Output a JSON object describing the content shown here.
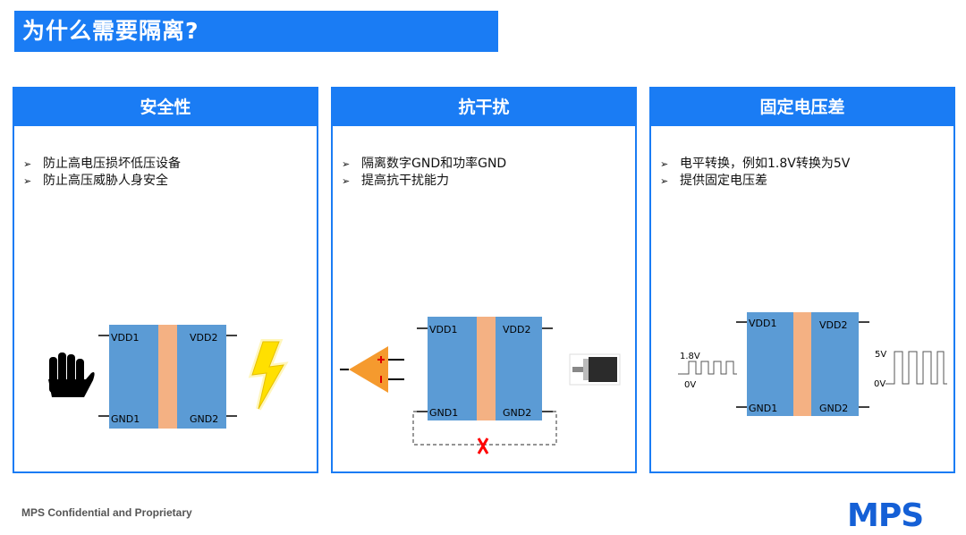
{
  "title": "为什么需要隔离?",
  "panels": [
    {
      "header": "安全性",
      "bullets": [
        "防止高电压损坏低压设备",
        "防止高压威胁人身安全"
      ],
      "pins": {
        "vdd1": "VDD1",
        "vdd2": "VDD2",
        "gnd1": "GND1",
        "gnd2": "GND2"
      }
    },
    {
      "header": "抗干扰",
      "bullets": [
        "隔离数字GND和功率GND",
        "提高抗干扰能力"
      ],
      "pins": {
        "vdd1": "VDD1",
        "vdd2": "VDD2",
        "gnd1": "GND1",
        "gnd2": "GND2"
      }
    },
    {
      "header": "固定电压差",
      "bullets": [
        "电平转换，例如1.8V转换为5V",
        "提供固定电压差"
      ],
      "pins": {
        "vdd1": "VDD1",
        "vdd2": "VDD2",
        "gnd1": "GND1",
        "gnd2": "GND2"
      },
      "signals": {
        "in_high": "1.8V",
        "in_low": "0V",
        "out_high": "5V",
        "out_low": "0V"
      }
    }
  ],
  "bullet_marker": "➢",
  "footer": "MPS Confidential and Proprietary",
  "logo": "MPS",
  "colors": {
    "accent": "#1a7cf4",
    "chip": "#5b9bd5",
    "barrier": "#f4b183",
    "bolt": "#ffe000",
    "cross": "#ff0000"
  },
  "icons": [
    "hand-icon",
    "lightning-icon",
    "amplifier-icon",
    "motor-icon",
    "cross-icon",
    "square-wave-icon"
  ]
}
